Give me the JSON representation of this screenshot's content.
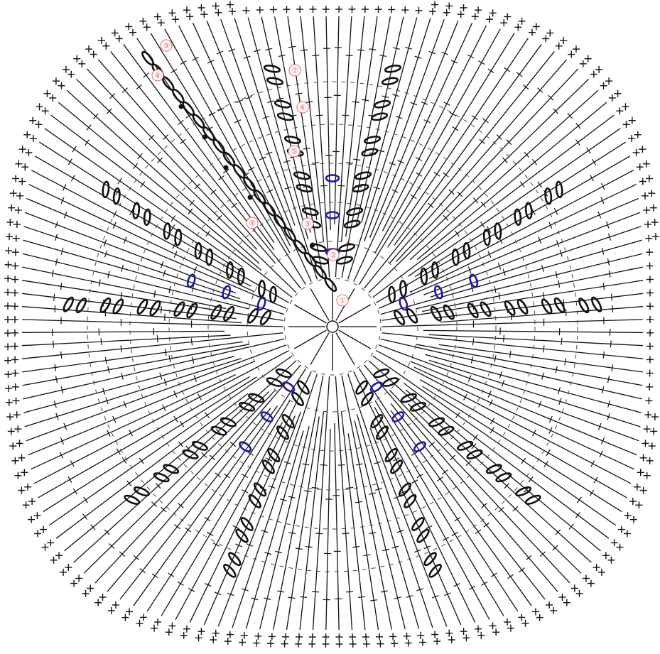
{
  "diagram": {
    "type": "crochet-chart",
    "rounds": [
      "①",
      "②",
      "③",
      "④",
      "⑤",
      "⑥",
      "⑦",
      "⑧",
      "⑨"
    ],
    "colors": {
      "stitch": "#111111",
      "highlight_chain": "#1a1aa8",
      "round_label": "#e46a6a",
      "background": "#ffffff"
    },
    "symbols": [
      "chain-oval",
      "double-crochet-stem",
      "single-crochet-cross",
      "magic-ring"
    ]
  }
}
